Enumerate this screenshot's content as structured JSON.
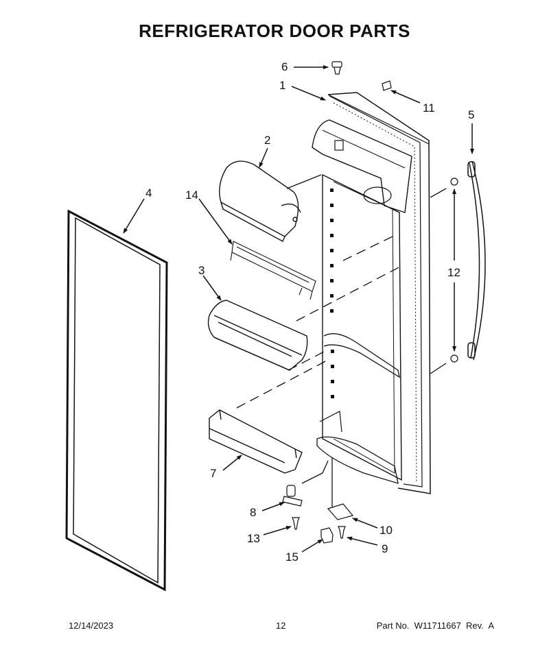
{
  "title": "REFRIGERATOR DOOR PARTS",
  "callouts": {
    "c1": "1",
    "c2": "2",
    "c3": "3",
    "c4": "4",
    "c5": "5",
    "c6": "6",
    "c7": "7",
    "c8": "8",
    "c9": "9",
    "c10": "10",
    "c11": "11",
    "c12": "12",
    "c13": "13",
    "c14": "14",
    "c15": "15"
  },
  "footer": {
    "date": "12/14/2023",
    "page": "12",
    "part": "Part No.  W11711667  Rev.  A"
  }
}
